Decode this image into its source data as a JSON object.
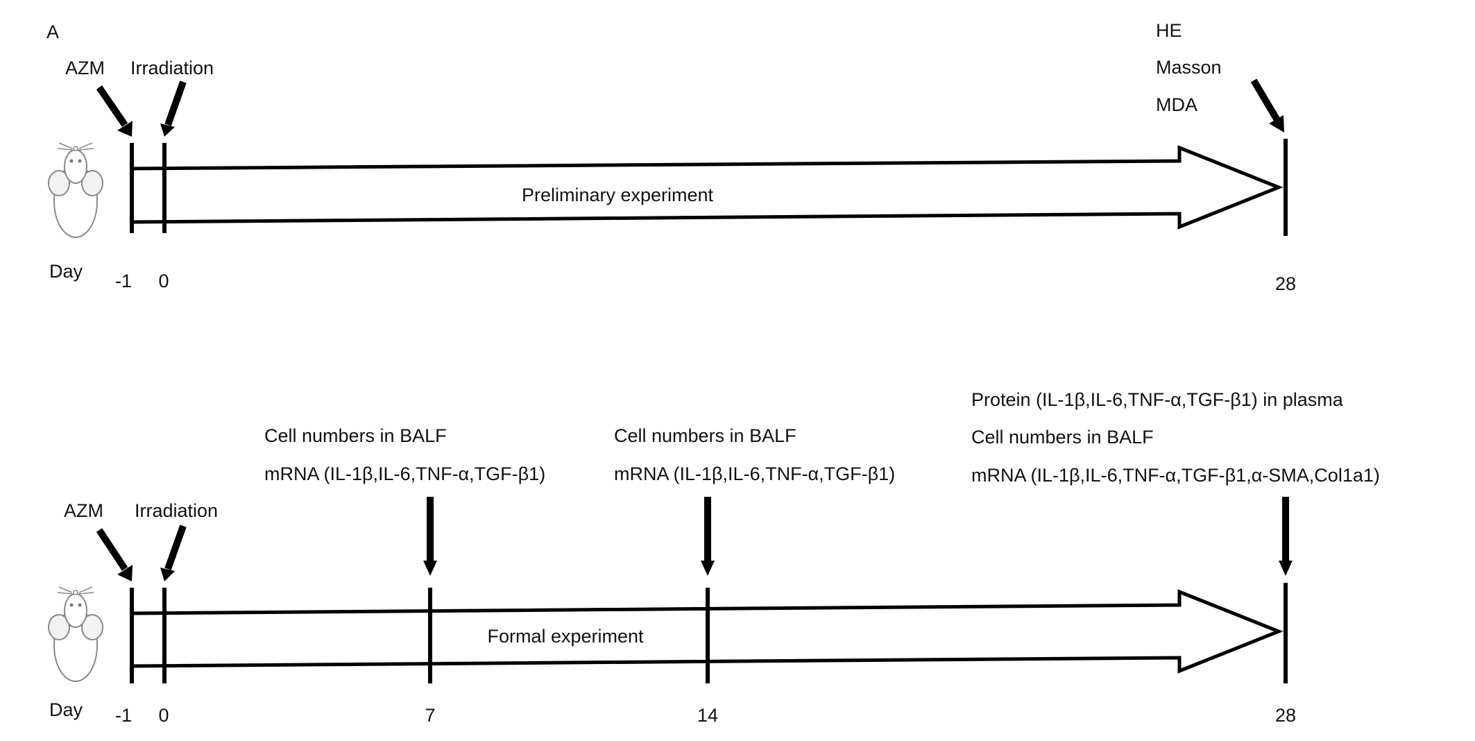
{
  "panel_label": "A",
  "common": {
    "azm": "AZM",
    "irradiation": "Irradiation",
    "day": "Day",
    "ticks": [
      "-1",
      "0"
    ]
  },
  "preliminary": {
    "title": "Preliminary experiment",
    "end_day": "28",
    "endpoint_labels": [
      "HE",
      "Masson",
      "MDA"
    ]
  },
  "formal": {
    "title": "Formal experiment",
    "day7": {
      "day": "7",
      "line1": "Cell numbers in BALF",
      "line2": "mRNA (IL-1β,IL-6,TNF-α,TGF-β1)"
    },
    "day14": {
      "day": "14",
      "line1": "Cell numbers in BALF",
      "line2": "mRNA (IL-1β,IL-6,TNF-α,TGF-β1)"
    },
    "day28": {
      "day": "28",
      "line1": "Protein (IL-1β,IL-6,TNF-α,TGF-β1) in plasma",
      "line2": "Cell numbers in BALF",
      "line3": "mRNA (IL-1β,IL-6,TNF-α,TGF-β1,α-SMA,Col1a1)"
    }
  }
}
